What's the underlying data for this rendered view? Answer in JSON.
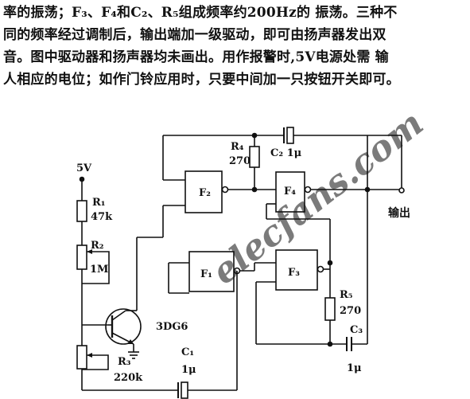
{
  "paragraph": {
    "lines": [
      "率的振荡；F₃、F₄和C₂、R₅组成频率约200Hz的 振荡。三种不",
      "同的频率经过调制后，输出端加一级驱动，即可由扬声器发出双",
      "音。图中驱动器和扬声器均未画出。用作报警时,5V电源处需 输",
      "人相应的电位；如作门铃应用时，只要中间加一只按钮开关即可。"
    ]
  },
  "circuit": {
    "supply_label": "5V",
    "r1_name": "R₁",
    "r1_value": "47k",
    "r2_name": "R₂",
    "r2_value": "1M",
    "r3_name": "R₃",
    "r3_value": "220k",
    "r4_name": "R₄",
    "r4_value": "270",
    "r5_name": "R₅",
    "r5_value": "270",
    "c1_name": "C₁",
    "c1_value": "1μ",
    "c2_label": "C₂ 1μ",
    "c3_name": "C₃",
    "c3_value": "1μ",
    "transistor_label": "3DG6",
    "gate_f1": "F₁",
    "gate_f2": "F₂",
    "gate_f3": "F₃",
    "gate_f4": "F₄",
    "output_label": "输出",
    "watermark": "elecfans.com"
  }
}
